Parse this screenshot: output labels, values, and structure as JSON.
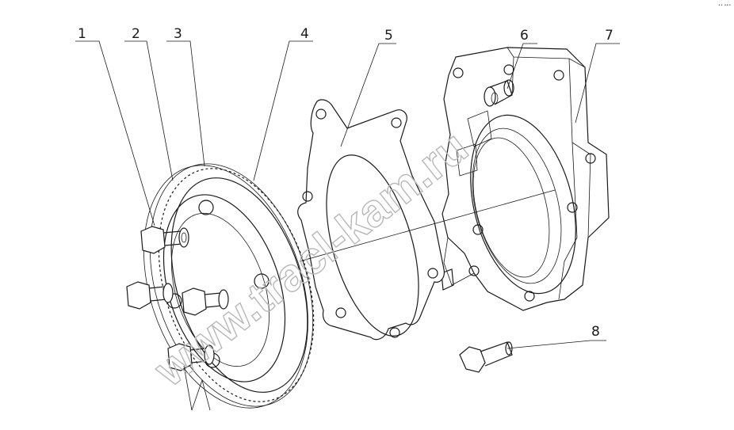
{
  "callouts": [
    "1",
    "2",
    "3",
    "4",
    "5",
    "6",
    "7",
    "8"
  ],
  "watermark": "www.tracl-kam.ru",
  "corner_mark": "•• •••"
}
